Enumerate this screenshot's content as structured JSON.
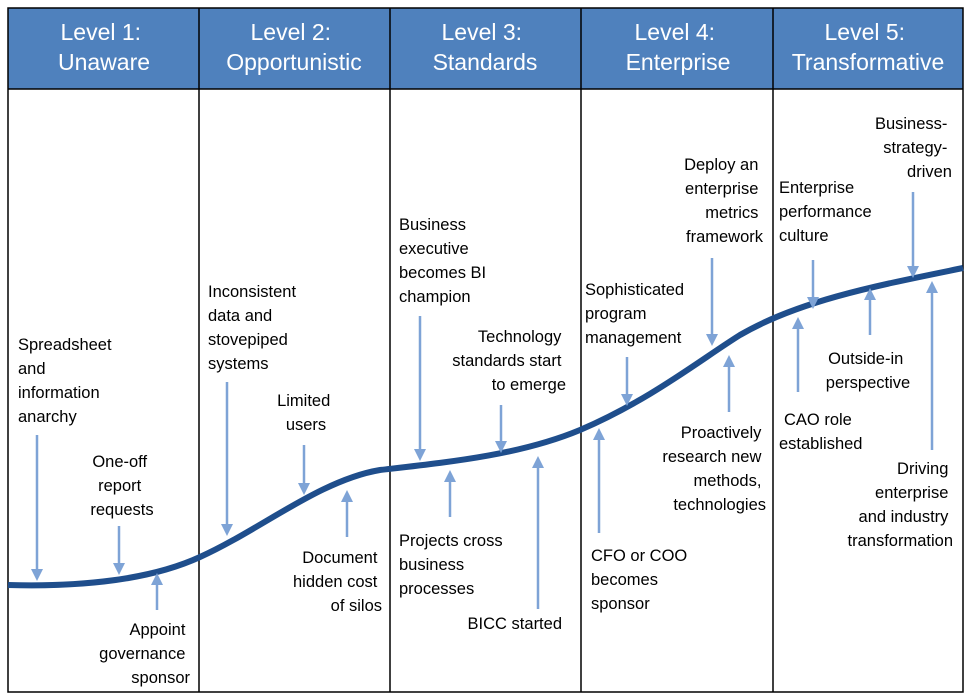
{
  "colors": {
    "header_bg": "#4F81BD",
    "curve": "#1F4E8C",
    "arrow": "#7EA3D6",
    "border": "#000000",
    "text": "#000000",
    "header_text": "#FFFFFF"
  },
  "levels": [
    {
      "line1": "Level 1:",
      "line2": "Unaware"
    },
    {
      "line1": "Level 2:",
      "line2": "Opportunistic"
    },
    {
      "line1": "Level 3:",
      "line2": "Standards"
    },
    {
      "line1": "Level 4:",
      "line2": "Enterprise"
    },
    {
      "line1": "Level 5:",
      "line2": "Transformative"
    }
  ],
  "labels": {
    "spreadsheet_anarchy": [
      "Spreadsheet",
      "and",
      "information",
      "anarchy"
    ],
    "one_off_reports": [
      "One-off",
      "report",
      "requests"
    ],
    "appoint_sponsor": [
      "Appoint",
      "governance",
      "sponsor"
    ],
    "inconsistent_data": [
      "Inconsistent",
      "data and",
      "stovepiped",
      "systems"
    ],
    "limited_users": [
      "Limited",
      "users"
    ],
    "document_silos": [
      "Document",
      "hidden cost",
      "of silos"
    ],
    "bi_champion": [
      "Business",
      "executive",
      "becomes BI",
      "champion"
    ],
    "tech_standards": [
      "Technology",
      "standards start",
      "to emerge"
    ],
    "projects_cross": [
      "Projects cross",
      "business",
      "processes"
    ],
    "bicc_started": [
      "BICC started"
    ],
    "program_mgmt": [
      "Sophisticated",
      "program",
      "management"
    ],
    "metrics_framework": [
      "Deploy an",
      "enterprise",
      "metrics",
      "framework"
    ],
    "research_methods": [
      "Proactively",
      "research new",
      "methods,",
      "technologies"
    ],
    "cfo_coo": [
      "CFO or COO",
      "becomes",
      "sponsor"
    ],
    "performance_culture": [
      "Enterprise",
      "performance",
      "culture"
    ],
    "strategy_driven": [
      "Business-",
      "strategy-",
      "driven"
    ],
    "outside_in": [
      "Outside-in",
      "perspective"
    ],
    "cao_role": [
      "CAO role",
      "established"
    ],
    "driving_transformation": [
      "Driving",
      "enterprise",
      "and industry",
      "transformation"
    ]
  }
}
